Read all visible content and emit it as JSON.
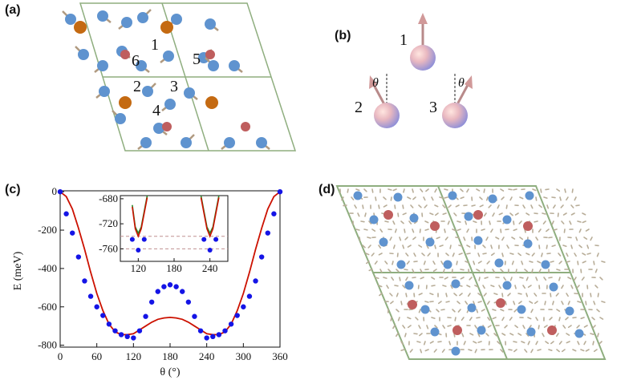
{
  "panels": {
    "a": {
      "label": "(a)",
      "site_numbers": [
        "1",
        "2",
        "3",
        "4",
        "5",
        "6"
      ]
    },
    "b": {
      "label": "(b)",
      "site_numbers": [
        "1",
        "2",
        "3"
      ],
      "angle_symbol": "θ"
    },
    "c": {
      "label": "(c)"
    },
    "d": {
      "label": "(d)"
    }
  },
  "colors": {
    "lattice_line": "#8fae7f",
    "blue_atom": "#5f93cf",
    "orange_atom": "#c46a12",
    "red_atom": "#bf5e5e",
    "arrow": "#b09a80",
    "curve_red": "#cc1100",
    "curve_green": "#2a8a2a",
    "points_blue": "#1414e6",
    "dashed_ref": "#c09090"
  },
  "chart_data": [
    {
      "type": "scatter",
      "title": "",
      "xlabel": "θ (°)",
      "ylabel": "E (meV)",
      "xlim": [
        0,
        360
      ],
      "ylim": [
        -810,
        5
      ],
      "xticks": [
        0,
        60,
        120,
        180,
        240,
        300,
        360
      ],
      "yticks": [
        0,
        -200,
        -400,
        -600,
        -800
      ],
      "series": [
        {
          "kind": "points",
          "x": [
            0,
            10,
            20,
            30,
            40,
            50,
            60,
            70,
            80,
            90,
            100,
            110,
            120,
            130,
            140,
            150,
            160,
            170,
            180,
            190,
            200,
            210,
            220,
            230,
            240,
            250,
            260,
            270,
            280,
            290,
            300,
            310,
            320,
            330,
            340,
            350,
            360
          ],
          "y": [
            0,
            -115,
            -215,
            -340,
            -465,
            -545,
            -600,
            -645,
            -690,
            -725,
            -745,
            -755,
            -762,
            -725,
            -650,
            -575,
            -520,
            -495,
            -485,
            -495,
            -520,
            -575,
            -650,
            -725,
            -762,
            -755,
            -745,
            -725,
            -690,
            -645,
            -600,
            -545,
            -465,
            -340,
            -215,
            -115,
            0
          ]
        },
        {
          "kind": "line",
          "x": [
            0,
            10,
            20,
            30,
            40,
            50,
            60,
            70,
            80,
            90,
            100,
            110,
            120,
            130,
            140,
            150,
            160,
            170,
            180,
            190,
            200,
            210,
            220,
            230,
            240,
            250,
            260,
            270,
            280,
            290,
            300,
            310,
            320,
            330,
            340,
            350,
            360
          ],
          "y": [
            0,
            -25,
            -90,
            -190,
            -300,
            -420,
            -530,
            -620,
            -690,
            -730,
            -745,
            -745,
            -740,
            -720,
            -700,
            -680,
            -665,
            -658,
            -655,
            -658,
            -665,
            -680,
            -700,
            -720,
            -740,
            -745,
            -745,
            -730,
            -690,
            -620,
            -530,
            -420,
            -300,
            -190,
            -90,
            -25,
            0
          ]
        }
      ]
    },
    {
      "type": "scatter",
      "title": "inset",
      "xlim": [
        90,
        270
      ],
      "ylim": [
        -780,
        -675
      ],
      "xticks": [
        120,
        180,
        240
      ],
      "yticks": [
        -680,
        -720,
        -760
      ],
      "reference_lines_y": [
        -740,
        -760
      ],
      "series": [
        {
          "kind": "line",
          "x": [
            110,
            115,
            120,
            125,
            130,
            135
          ],
          "y": [
            -690,
            -725,
            -735,
            -725,
            -700,
            -675
          ]
        },
        {
          "kind": "line",
          "x": [
            110,
            115,
            120,
            125,
            130,
            135
          ],
          "y": [
            -693,
            -728,
            -740,
            -728,
            -703,
            -678
          ]
        },
        {
          "kind": "line",
          "x": [
            225,
            230,
            235,
            240,
            245,
            250,
            255
          ],
          "y": [
            -675,
            -700,
            -725,
            -735,
            -725,
            -700,
            -675
          ]
        },
        {
          "kind": "line",
          "x": [
            225,
            230,
            235,
            240,
            245,
            250,
            255
          ],
          "y": [
            -678,
            -703,
            -728,
            -740,
            -728,
            -703,
            -678
          ]
        },
        {
          "kind": "points",
          "x": [
            110,
            120,
            130,
            230,
            240,
            250
          ],
          "y": [
            -745,
            -762,
            -745,
            -745,
            -762,
            -745
          ]
        }
      ]
    }
  ]
}
